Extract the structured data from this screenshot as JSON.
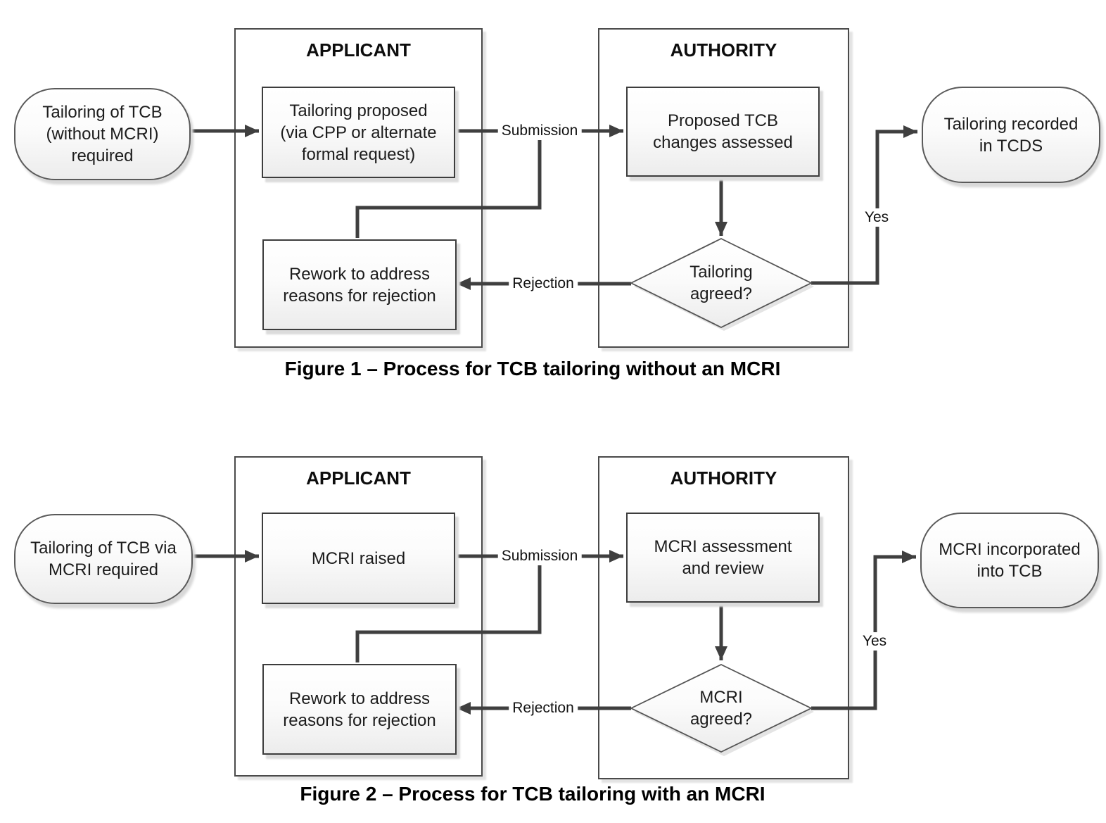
{
  "colors": {
    "connector": "#3f3f3f",
    "node_border": "#3d3d3d",
    "node_fill_top": "#ffffff",
    "node_fill_bottom": "#ececec"
  },
  "figure1": {
    "caption": "Figure 1 – Process for TCB tailoring without an MCRI",
    "lanes": {
      "applicant": "APPLICANT",
      "authority": "AUTHORITY"
    },
    "nodes": {
      "start": "Tailoring of TCB\n(without MCRI)\nrequired",
      "propose": "Tailoring proposed\n(via CPP or alternate\nformal request)",
      "assess": "Proposed TCB\nchanges assessed",
      "decision": "Tailoring\nagreed?",
      "rework": "Rework to address\nreasons for rejection",
      "end": "Tailoring recorded\nin TCDS"
    },
    "edges": {
      "submission": "Submission",
      "rejection": "Rejection",
      "yes": "Yes"
    }
  },
  "figure2": {
    "caption": "Figure 2 – Process for TCB tailoring with an MCRI",
    "lanes": {
      "applicant": "APPLICANT",
      "authority": "AUTHORITY"
    },
    "nodes": {
      "start": "Tailoring of TCB via\nMCRI required",
      "propose": "MCRI raised",
      "assess": "MCRI assessment\nand review",
      "decision": "MCRI\nagreed?",
      "rework": "Rework to address\nreasons for rejection",
      "end": "MCRI incorporated\ninto TCB"
    },
    "edges": {
      "submission": "Submission",
      "rejection": "Rejection",
      "yes": "Yes"
    }
  }
}
